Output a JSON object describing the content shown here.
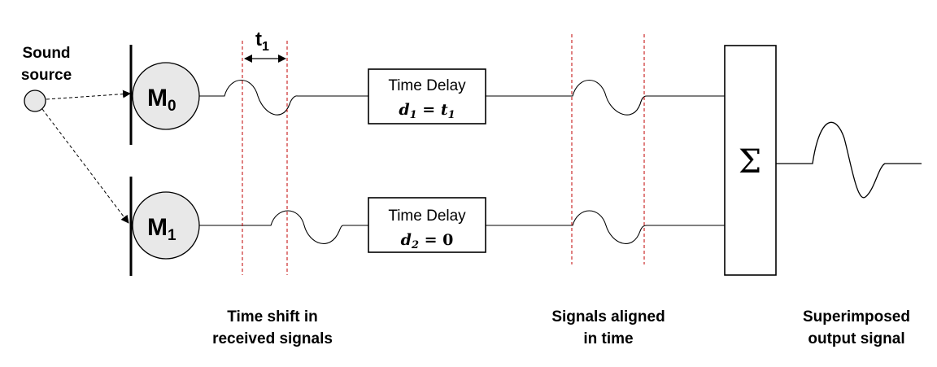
{
  "sound_source": {
    "line1": "Sound",
    "line2": "source"
  },
  "mics": [
    {
      "letter": "M",
      "sub": "0"
    },
    {
      "letter": "M",
      "sub": "1"
    }
  ],
  "time_shift": {
    "letter": "t",
    "sub": "1"
  },
  "delay_boxes": [
    {
      "title": "Time Delay",
      "formula_var": "d",
      "formula_sub": "1",
      "formula_eq": " = ",
      "formula_rhs": "t",
      "formula_rhs_sub": "1"
    },
    {
      "title": "Time Delay",
      "formula_var": "d",
      "formula_sub": "2",
      "formula_eq": " = 0",
      "formula_rhs": "",
      "formula_rhs_sub": ""
    }
  ],
  "sum_symbol": "Σ",
  "captions": {
    "time_shift": {
      "line1": "Time shift in",
      "line2": "received signals"
    },
    "aligned": {
      "line1": "Signals aligned",
      "line2": "in time"
    },
    "output": {
      "line1": "Superimposed",
      "line2": "output signal"
    }
  },
  "colors": {
    "guide_red": "#c00000",
    "mic_fill": "#e8e8e8",
    "line": "#000000"
  }
}
